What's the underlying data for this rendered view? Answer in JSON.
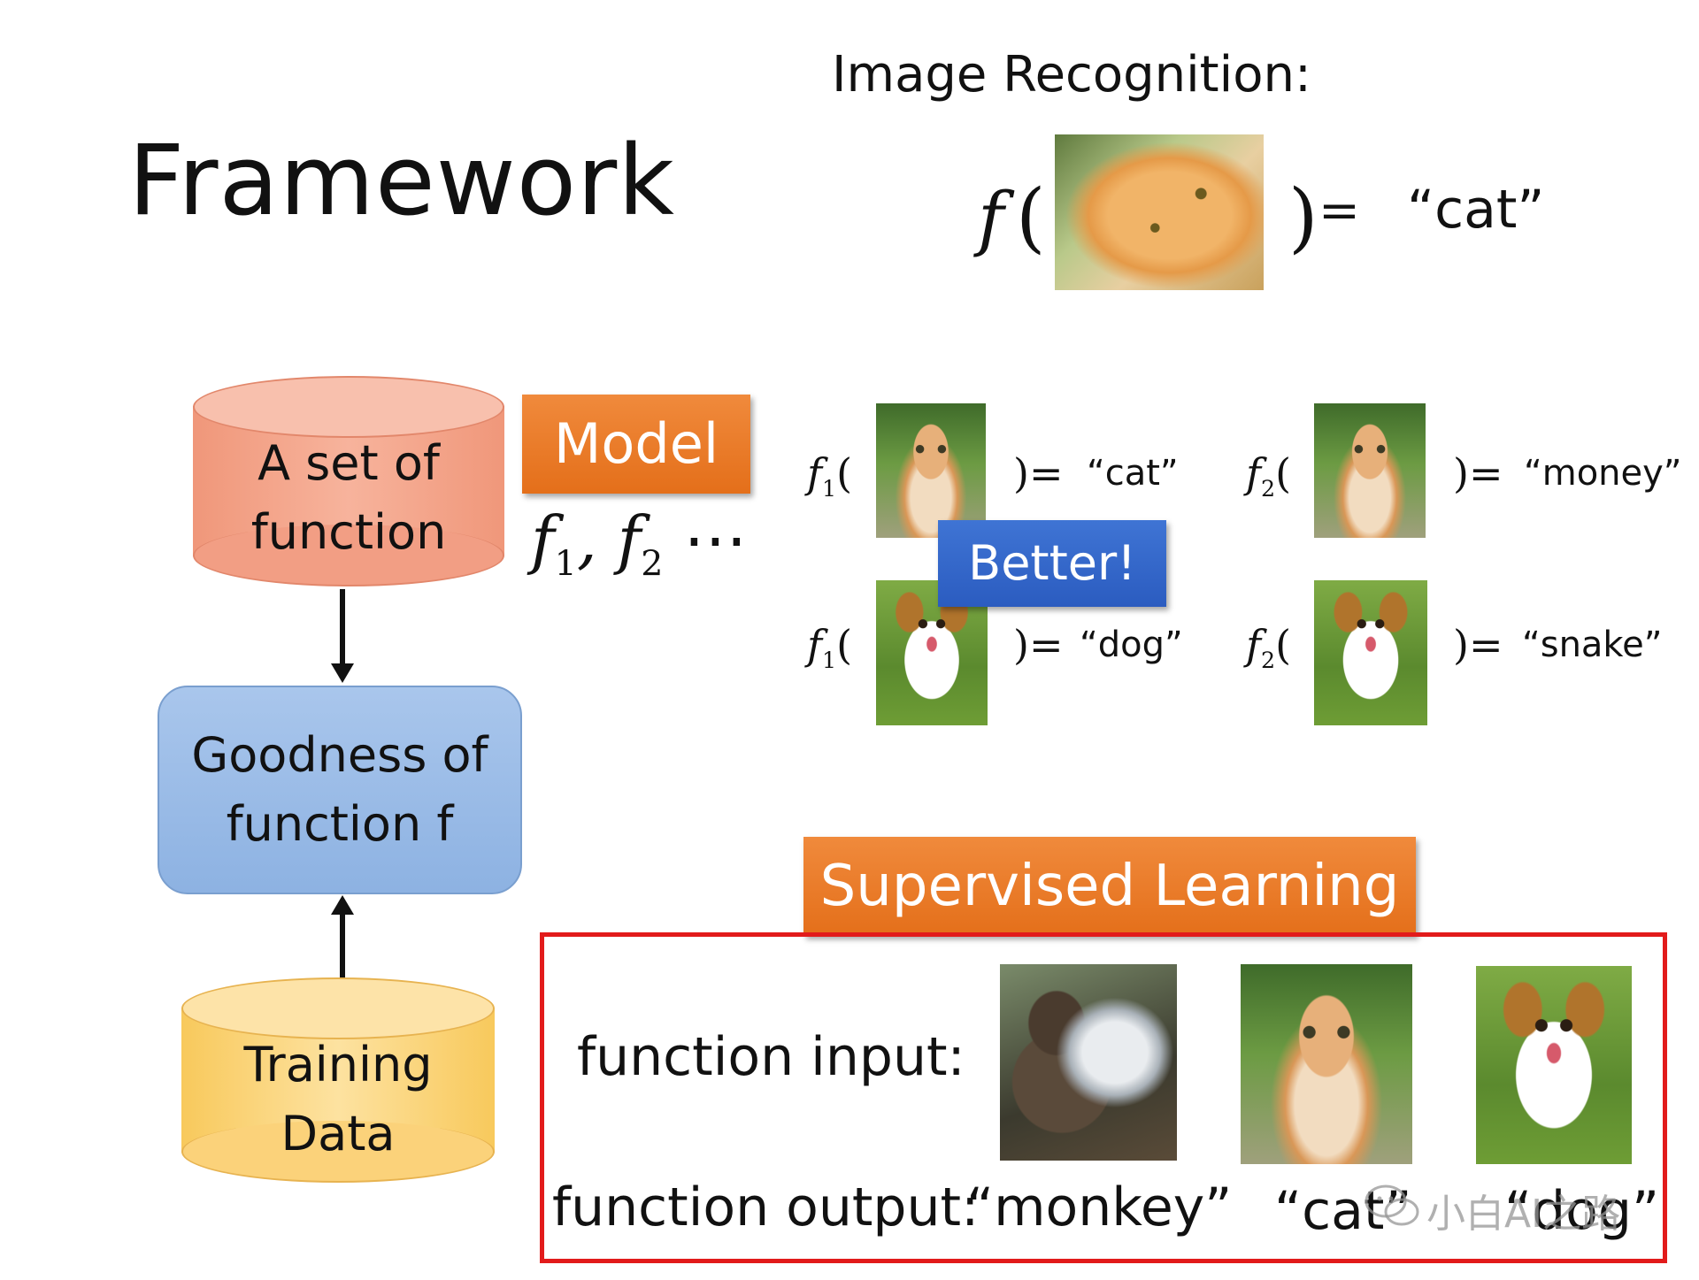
{
  "title": "Framework",
  "recognition": {
    "heading": "Image Recognition:",
    "fn": "f",
    "open": "(",
    "close": ")",
    "eq": "=",
    "output": "“cat”"
  },
  "flow": {
    "set_line1": "A set of",
    "set_line2": "function",
    "model_label": "Model",
    "model_fns": "f",
    "model_fns_sub1": "1",
    "model_fns_sep": ", f",
    "model_fns_sub2": "2",
    "model_fns_ellipsis": " ⋯",
    "goodness_line1": "Goodness of",
    "goodness_line2": "function f",
    "training_line1": "Training",
    "training_line2": "Data"
  },
  "comparisons": [
    {
      "fn": "f",
      "sub": "1",
      "output": "“cat”"
    },
    {
      "fn": "f",
      "sub": "2",
      "output": "“money”"
    },
    {
      "fn": "f",
      "sub": "1",
      "output": "“dog”"
    },
    {
      "fn": "f",
      "sub": "2",
      "output": "“snake”"
    }
  ],
  "better_label": "Better!",
  "supervised": {
    "label": "Supervised Learning",
    "input_label": "function input:",
    "output_label": "function output:",
    "outputs": [
      "“monkey”",
      "“cat”",
      "“dog”"
    ]
  },
  "watermark": "小白AI之路",
  "colors": {
    "model_orange": "#e8782a",
    "set_cylinder": "#f4a58a",
    "goodness_blue": "#9ebde8",
    "training_yellow": "#fcd67a",
    "better_blue": "#3266c9",
    "frame_red": "#e21b1b"
  },
  "icons": {
    "wechat": "wechat-icon"
  }
}
